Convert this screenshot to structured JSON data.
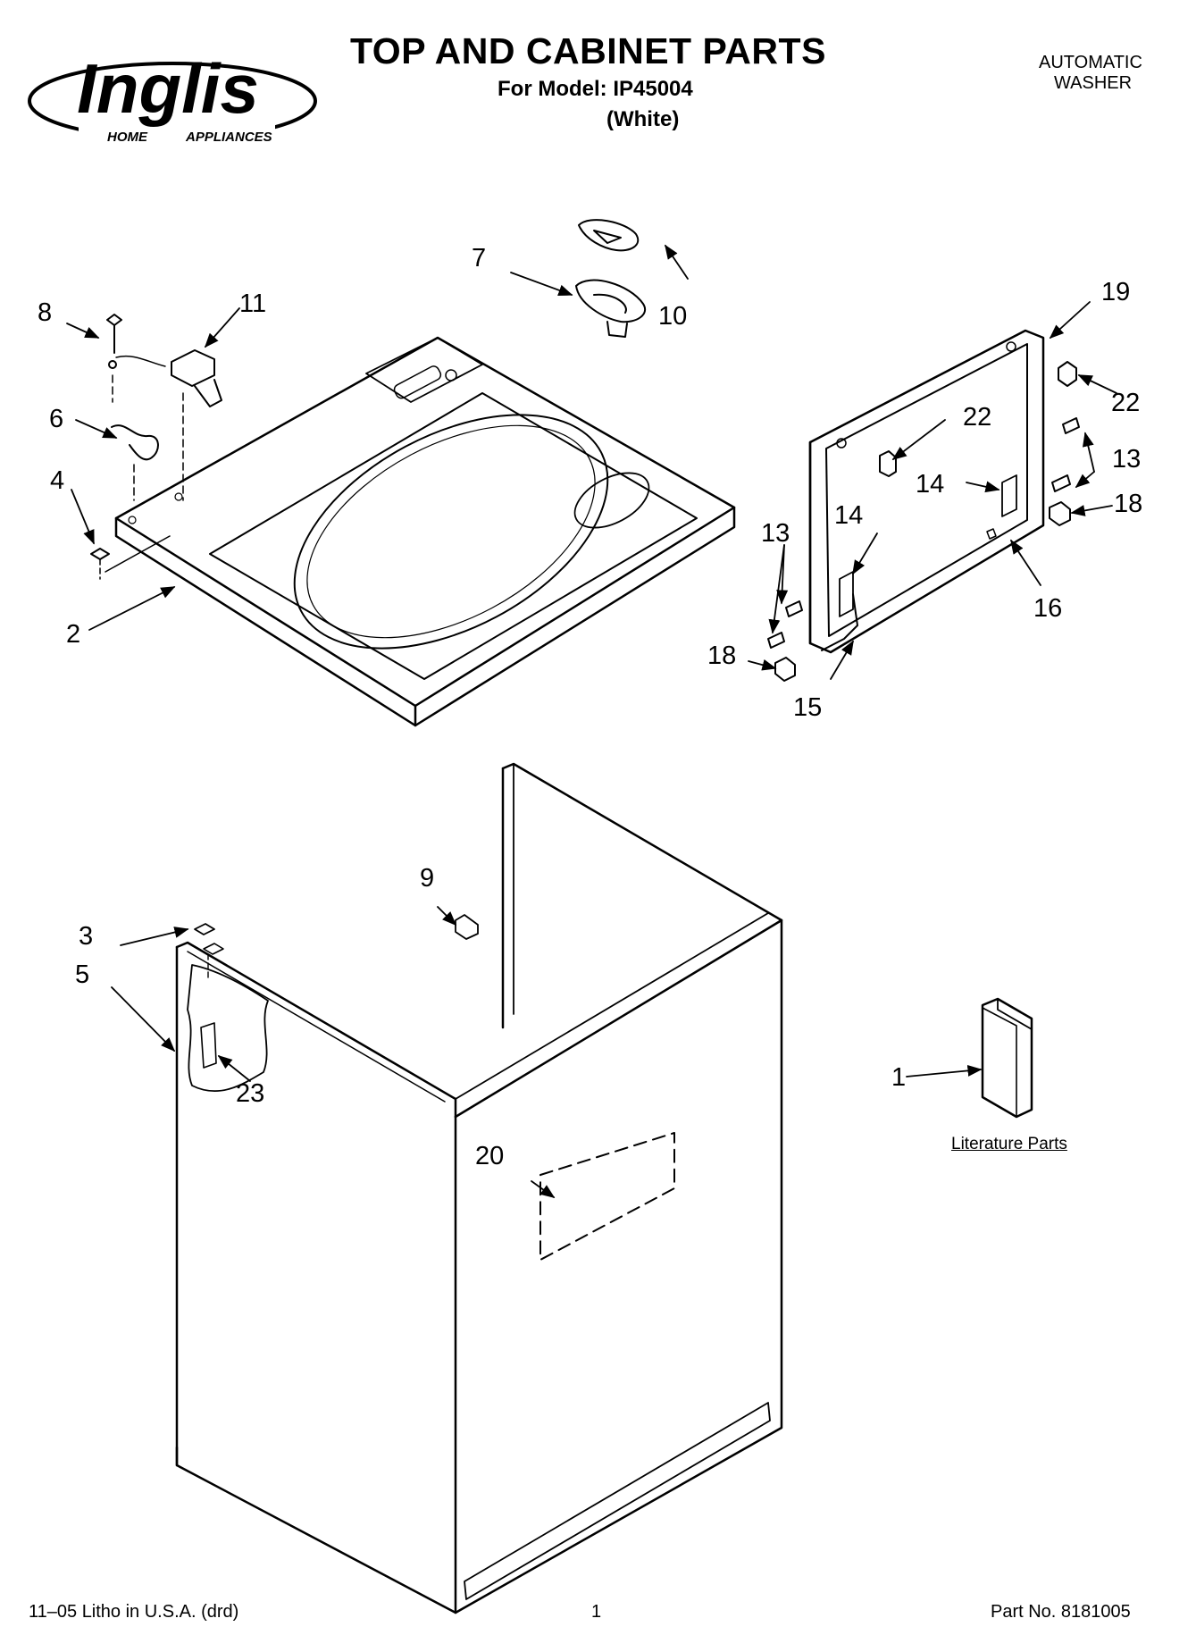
{
  "header": {
    "brand": "Inglis",
    "brand_sub_left": "HOME",
    "brand_sub_right": "APPLIANCES",
    "title": "TOP AND CABINET PARTS",
    "model_line": "For Model: IP45004",
    "color_line": "(White)",
    "product_type_line1": "AUTOMATIC",
    "product_type_line2": "WASHER"
  },
  "callouts": {
    "c1": "1",
    "c2": "2",
    "c3": "3",
    "c4": "4",
    "c5": "5",
    "c6": "6",
    "c7": "7",
    "c8": "8",
    "c9": "9",
    "c10": "10",
    "c11": "11",
    "c13a": "13",
    "c13b": "13",
    "c14a": "14",
    "c14b": "14",
    "c15": "15",
    "c16": "16",
    "c18a": "18",
    "c18b": "18",
    "c19": "19",
    "c20": "20",
    "c22a": "22",
    "c22b": "22",
    "c23": "23"
  },
  "literature_label": "Literature Parts",
  "footer": {
    "print_info": "11–05 Litho in U.S.A. (drd)",
    "page_number": "1",
    "part_number": "Part No. 8181005"
  }
}
